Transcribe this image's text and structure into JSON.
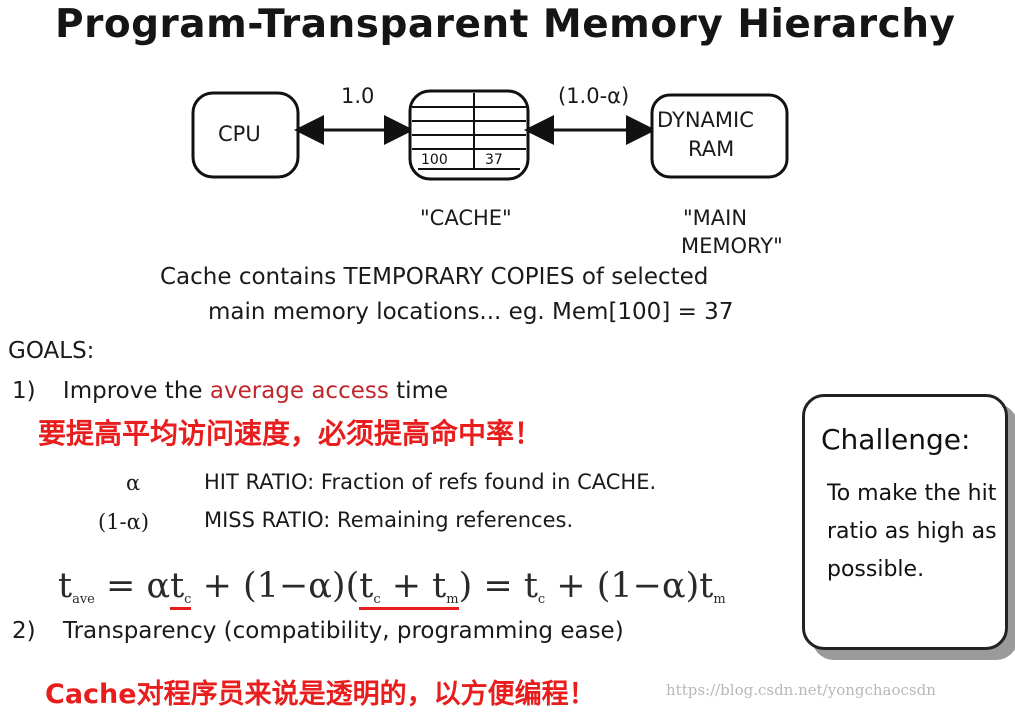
{
  "title": "Program-Transparent Memory Hierarchy",
  "diagram": {
    "cpu_label": "CPU",
    "ram_label_1": "DYNAMIC",
    "ram_label_2": "RAM",
    "link_left_label": "1.0",
    "link_right_label": "(1.0-α)",
    "cache_cell_left": "100",
    "cache_cell_right": "37",
    "cache_caption": "\"CACHE\"",
    "memory_caption_1": "\"MAIN",
    "memory_caption_2": "MEMORY\""
  },
  "cache_note_1": "Cache contains TEMPORARY COPIES of selected",
  "cache_note_2": "main memory locations... eg. Mem[100] = 37",
  "goals_heading": "GOALS:",
  "goal1": {
    "number": "1)",
    "prefix": "Improve the",
    "highlight": "average access",
    "suffix": "time"
  },
  "chinese_line_1": "要提高平均访问速度，必须提高命中率！",
  "hit_ratio": {
    "symbol": "α",
    "text": "HIT RATIO: Fraction of refs found in CACHE."
  },
  "miss_ratio": {
    "symbol": "(1-α)",
    "text": "MISS RATIO: Remaining references."
  },
  "formula": {
    "t": "t",
    "sub_ave": "ave",
    "eq1": " = α",
    "sub_c": "c",
    "mid1": " + (1−α)(",
    "plus": " + ",
    "sub_m": "m",
    "mid2": ") = ",
    "mid3": " + (1−α)"
  },
  "goal2": {
    "number": "2)",
    "text": "Transparency (compatibility, programming ease)"
  },
  "chinese_line_2": "Cache对程序员来说是透明的，以方便编程！",
  "watermark": "https://blog.csdn.net/yongchaocsdn",
  "challenge": {
    "title": "Challenge:",
    "body": "To make the hit ratio as high as possible."
  }
}
